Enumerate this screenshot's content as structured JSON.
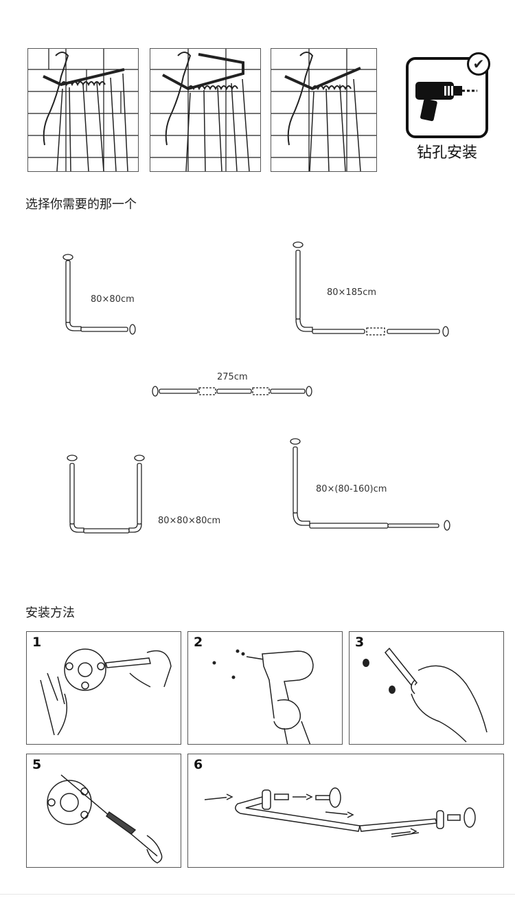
{
  "header": {
    "badge_label": "钻孔安装",
    "badge_check": "✔",
    "badge_icon": "drill-icon"
  },
  "options": {
    "title": "选择你需要的那一个",
    "items": [
      {
        "size": "80×80cm",
        "shape": "L"
      },
      {
        "size": "80×185cm",
        "shape": "L-extended"
      },
      {
        "size": "275cm",
        "shape": "straight"
      },
      {
        "size": "80×80×80cm",
        "shape": "U"
      },
      {
        "size": "80×(80-160)cm",
        "shape": "L-telescopic"
      }
    ]
  },
  "install": {
    "title": "安装方法",
    "steps": [
      {
        "num": "1",
        "icon": "mark-holes-icon"
      },
      {
        "num": "2",
        "icon": "drill-holes-icon"
      },
      {
        "num": "3",
        "icon": "insert-anchors-icon"
      },
      {
        "num": "5",
        "icon": "screw-flange-icon"
      },
      {
        "num": "6",
        "icon": "assemble-rod-icon"
      }
    ]
  }
}
